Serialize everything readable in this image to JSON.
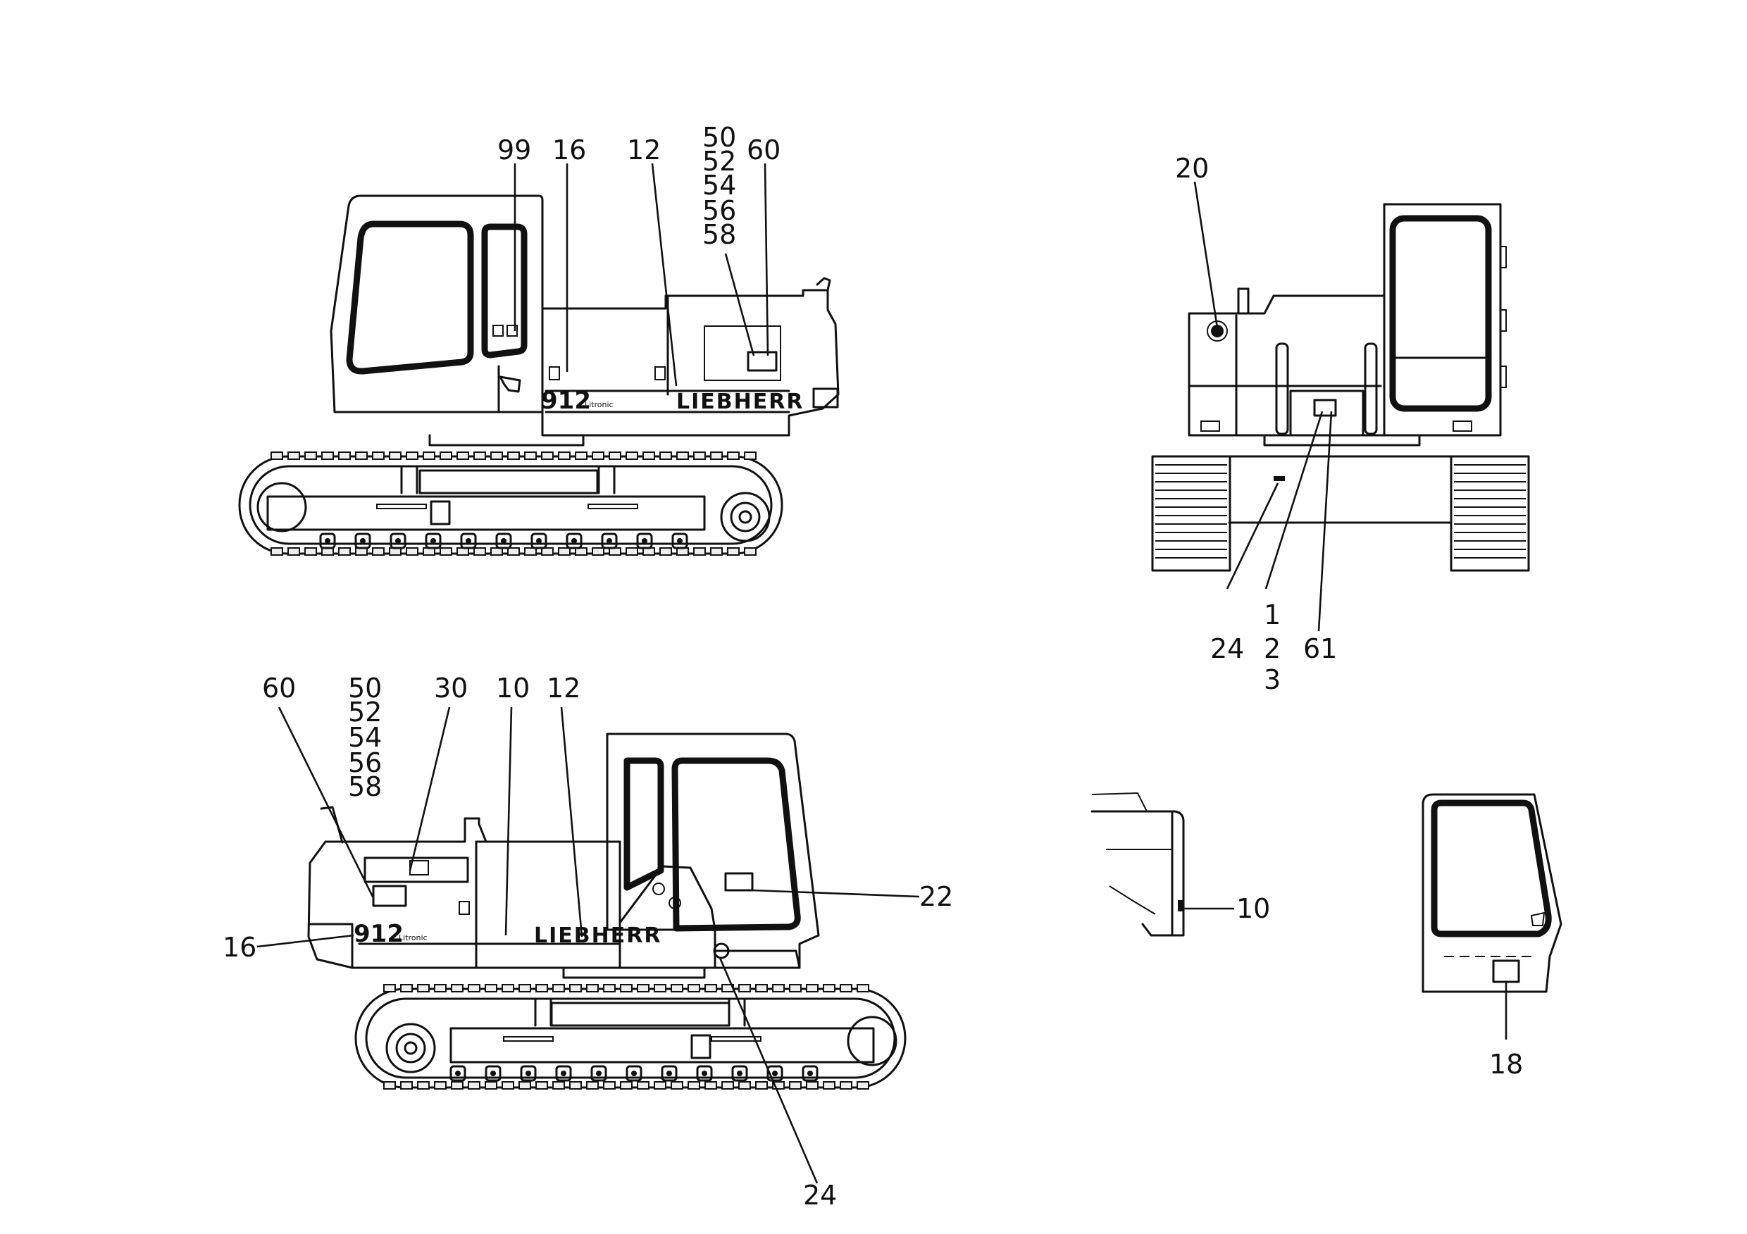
{
  "diagram": {
    "model_text": "912",
    "model_sub": "Litronic",
    "brand_text": "LIEBHERR",
    "callouts": {
      "c99": "99",
      "c16": "16",
      "c12": "12",
      "c50": "50",
      "c52": "52",
      "c54": "54",
      "c56": "56",
      "c58": "58",
      "c60": "60",
      "c20": "20",
      "c1": "1",
      "c2": "2",
      "c3": "3",
      "c24": "24",
      "c61": "61",
      "c30": "30",
      "c10": "10",
      "c22": "22",
      "c18": "18"
    }
  }
}
